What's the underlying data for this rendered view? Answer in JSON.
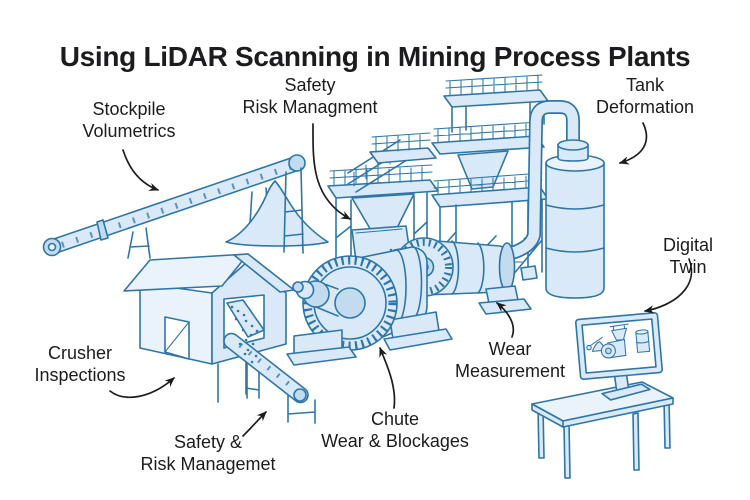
{
  "title": "Using LiDAR Scanning in Mining Process Plants",
  "colors": {
    "outline": "#2f76a8",
    "fill": "#d9e9f7",
    "fill_shade": "#c2dbef",
    "fill_light": "#eaf3fb",
    "text": "#1c1c1e",
    "arrow": "#1c1c1e",
    "background": "#ffffff"
  },
  "labels": {
    "stockpile_volumetrics": {
      "text": "Stockpile\nVolumetrics"
    },
    "safety_risk_management_top": {
      "text": "Safety\nRisk Managment"
    },
    "tank_deformation": {
      "text": "Tank\nDeformation"
    },
    "digital_twin": {
      "text": "Digital Twin"
    },
    "crusher_inspections": {
      "text": "Crusher\nInspections"
    },
    "safety_risk_management_bottom": {
      "text": "Safety &\nRisk Managemet"
    },
    "chute_wear_blockages": {
      "text": "Chute\nWear & Blockages"
    },
    "wear_measurement": {
      "text": "Wear\nMeasurement"
    }
  },
  "illustration": {
    "components": [
      "stockpile-conveyor",
      "stockpile",
      "crusher-building",
      "discharge-conveyor",
      "front-ball-mill",
      "rear-ball-mill",
      "scaffold-tower-left",
      "scaffold-tower-tall",
      "process-pipe",
      "storage-tank",
      "workstation-desk",
      "digital-twin-monitor"
    ]
  }
}
